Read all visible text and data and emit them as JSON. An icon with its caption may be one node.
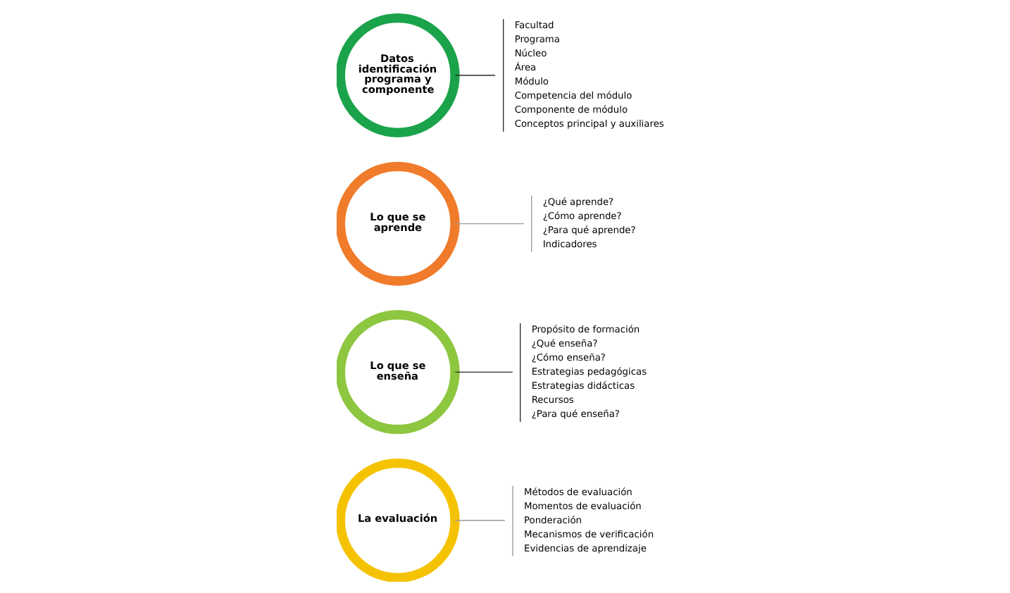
{
  "diagram": {
    "nodes": [
      {
        "text": [
          "Datos identificación programa y componente"
        ]
      },
      {
        "text": [
          "Facultad",
          "Programa",
          "Núcleo",
          "Área",
          "Módulo",
          "Competencia del módulo",
          "Componente de módulo",
          "Conceptos principal y auxiliares"
        ]
      },
      {
        "text": [
          "Lo que se aprende"
        ]
      },
      {
        "text": [
          "¿Qué aprende?",
          "¿Cómo aprende?",
          "¿Para qué aprende?",
          "Indicadores"
        ]
      },
      {
        "text": [
          "Lo que se enseña"
        ]
      },
      {
        "text": [
          "Propósito de formación",
          "¿Qué enseña?",
          "¿Cómo enseña?",
          "Estrategias pedagógicas",
          "Estrategias didácticas",
          "Recursos",
          "¿Para qué enseña?"
        ]
      },
      {
        "text": [
          "La evaluación"
        ]
      },
      {
        "text": [
          "Métodos de evaluación",
          "Momentos de evaluación",
          "Ponderación",
          "Mecanismos de verificación",
          "Evidencias de aprendizaje"
        ]
      }
    ],
    "edges": [
      {
        "from": 0,
        "to": 1,
        "arrow": "none",
        "color": "#2b2b2b"
      },
      {
        "from": 2,
        "to": 3,
        "arrow": "none",
        "color": "#9a9a9a"
      },
      {
        "from": 4,
        "to": 5,
        "arrow": "none",
        "color": "#2b2b2b"
      },
      {
        "from": 6,
        "to": 7,
        "arrow": "none",
        "color": "#9a9a9a"
      }
    ]
  }
}
